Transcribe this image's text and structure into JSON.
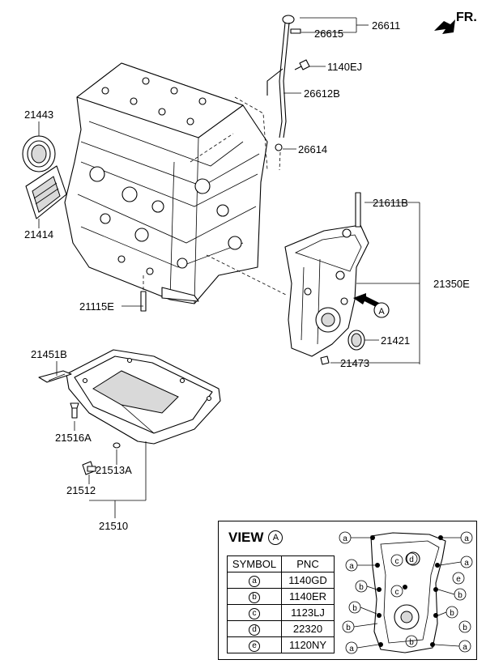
{
  "orientation_label": "FR.",
  "callouts": {
    "p26611": "26611",
    "p26615": "26615",
    "p1140EJ": "1140EJ",
    "p26612B": "26612B",
    "p26614": "26614",
    "p21443": "21443",
    "p21414": "21414",
    "p21611B": "21611B",
    "p21350E": "21350E",
    "p21421": "21421",
    "p21473": "21473",
    "p21115E": "21115E",
    "p21451B": "21451B",
    "p21516A": "21516A",
    "p21513A": "21513A",
    "p21512": "21512",
    "p21510": "21510"
  },
  "view_marker": "A",
  "view": {
    "title": "VIEW",
    "marker": "A",
    "headers": [
      "SYMBOL",
      "PNC"
    ],
    "rows": [
      {
        "symbol": "a",
        "pnc": "1140GD"
      },
      {
        "symbol": "b",
        "pnc": "1140ER"
      },
      {
        "symbol": "c",
        "pnc": "1123LJ"
      },
      {
        "symbol": "d",
        "pnc": "22320"
      },
      {
        "symbol": "e",
        "pnc": "1120NY"
      }
    ]
  }
}
